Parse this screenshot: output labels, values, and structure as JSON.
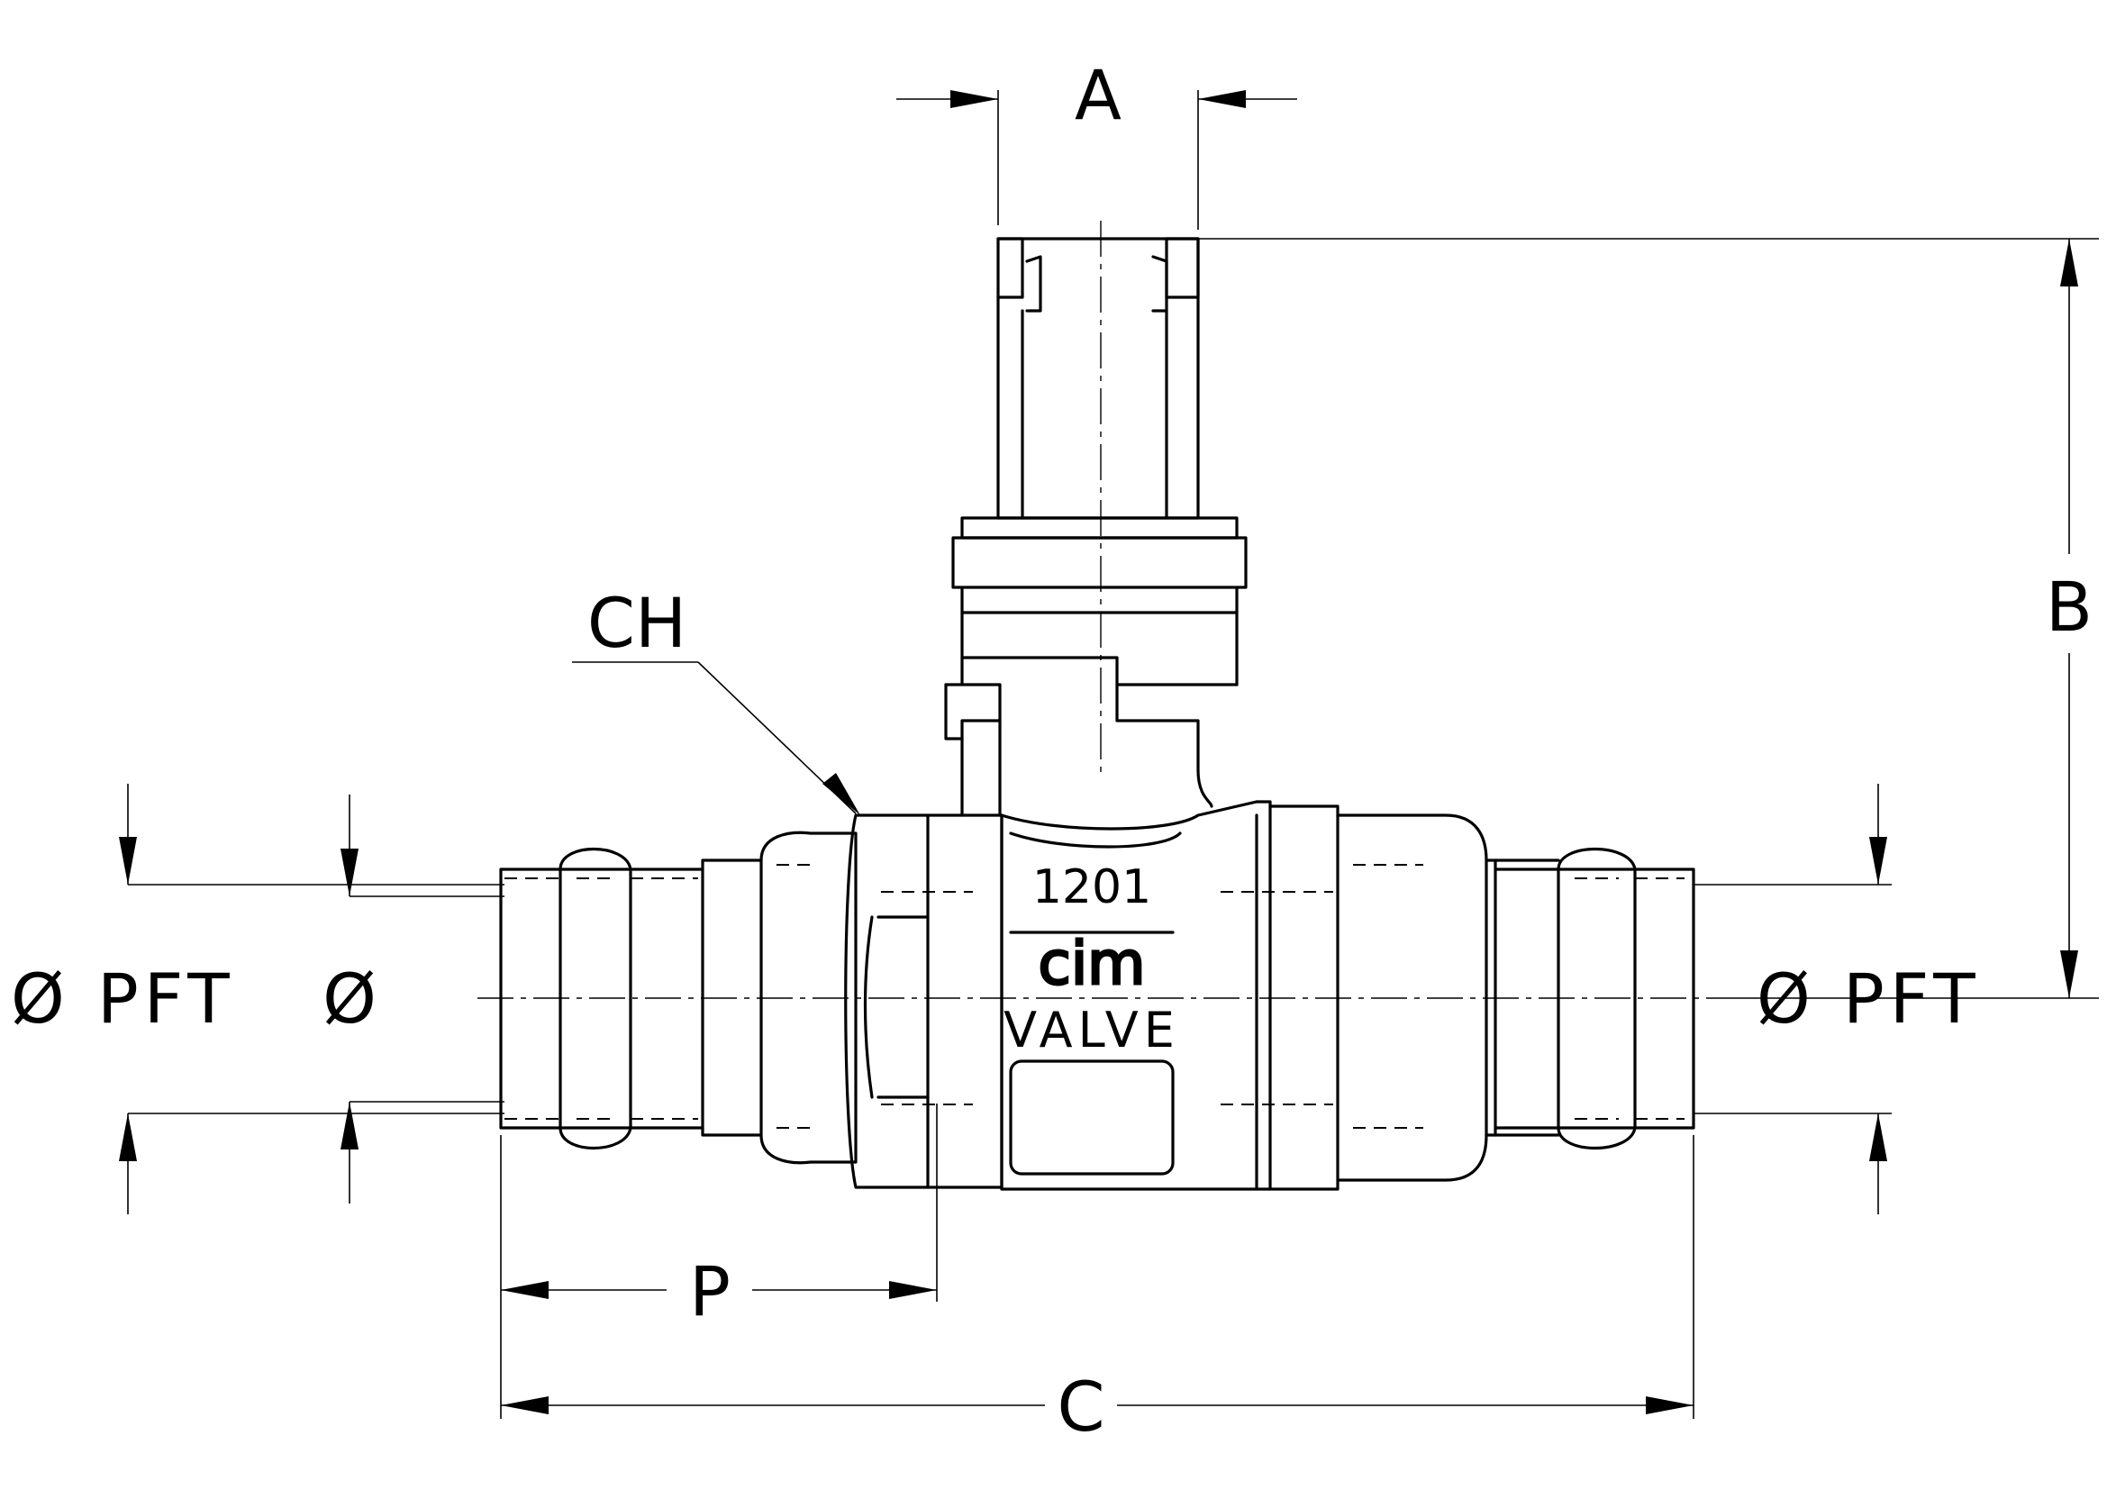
{
  "dimensions": {
    "a": "A",
    "b": "B",
    "c": "C",
    "p": "P",
    "ch": "CH",
    "dia_pft_left": "Ø PFT",
    "dia_inner": "Ø",
    "dia_pft_right": "Ø PFT"
  },
  "body_markings": {
    "size_code": "1201",
    "brand": "cim",
    "word": "VALVE"
  }
}
